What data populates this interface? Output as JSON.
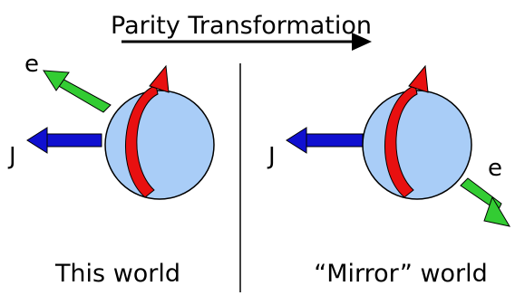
{
  "title": "Parity Transformation",
  "panels": {
    "left": {
      "caption": "This world",
      "electron_label": "e",
      "spin_label": "J"
    },
    "right": {
      "caption": "“Mirror” world",
      "electron_label": "e",
      "spin_label": "J"
    }
  },
  "colors": {
    "sphere_fill": "#a9cdf7",
    "electron_arrow": "#33cc33",
    "spin_arrow": "#1010d0",
    "rotation_arrow": "#e81010",
    "divider": "#000000",
    "title_arrow": "#000000"
  }
}
